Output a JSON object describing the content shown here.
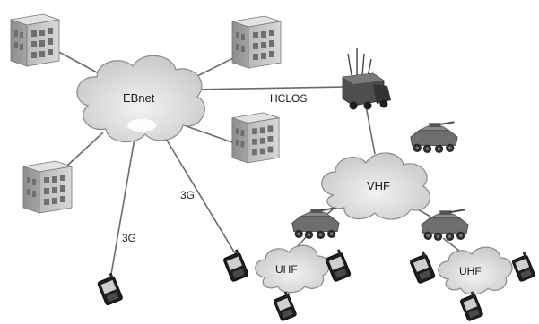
{
  "diagram": {
    "clouds": {
      "ebnet": "EBnet",
      "vhf": "VHF",
      "uhf_left": "UHF",
      "uhf_right": "UHF"
    },
    "links": {
      "hclos": "HCLOS",
      "threeg_1": "3G",
      "threeg_2": "3G"
    },
    "icons": {
      "building": "building-icon",
      "truck": "truck-antenna-icon",
      "vehicle": "armored-vehicle-icon",
      "handheld": "handheld-radio-icon"
    }
  }
}
